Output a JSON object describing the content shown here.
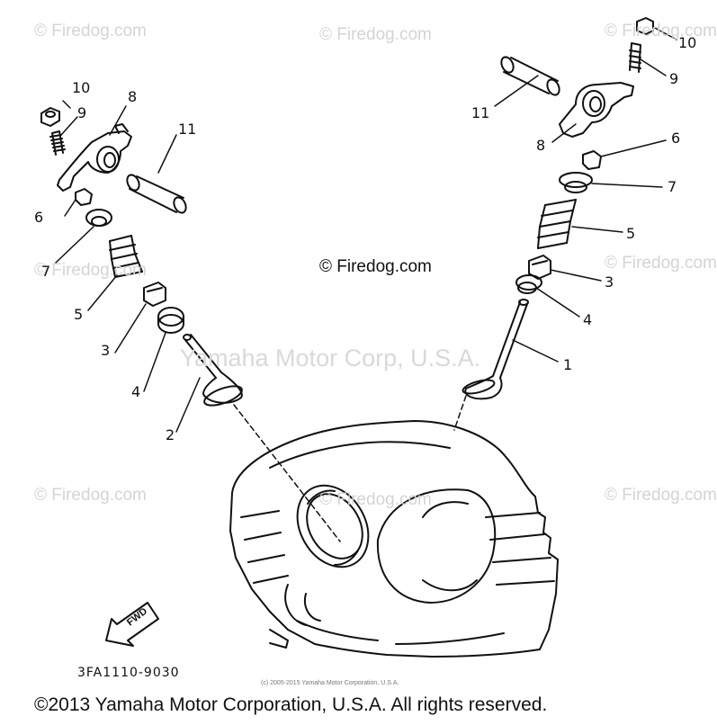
{
  "watermarks": {
    "small": "© Firedog.com",
    "center": "© Firedog.com",
    "big": "Yamaha Motor Corp, U.S.A."
  },
  "callouts": {
    "left": {
      "n1": "10",
      "n2": "9",
      "n3": "8",
      "n4": "11",
      "n5": "6",
      "n6": "7",
      "n7": "5",
      "n8": "3",
      "n9": "4",
      "n10": "2"
    },
    "right": {
      "n1": "10",
      "n2": "9",
      "n3": "11",
      "n4": "8",
      "n5": "6",
      "n6": "7",
      "n7": "5",
      "n8": "3",
      "n9": "4",
      "n10": "1"
    }
  },
  "fwd_label": "FWD",
  "diagram_code": "3FA1110-9030",
  "fine_print": "(c) 2005-2015 Yamaha Motor Corporation, U.S.A.",
  "copyright": "©2013 Yamaha Motor Corporation, U.S.A. All rights reserved."
}
